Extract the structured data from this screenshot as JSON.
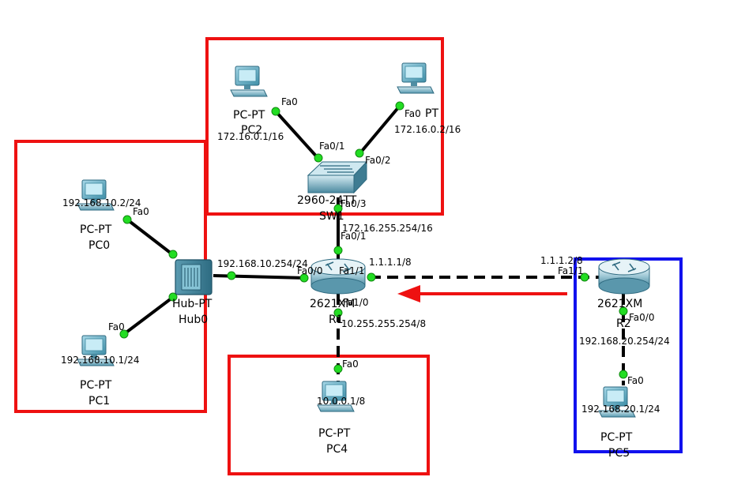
{
  "devices": {
    "pc0": {
      "type": "PC-PT",
      "name": "PC0",
      "ip": "192.168.10.2/24",
      "port": "Fa0"
    },
    "pc1": {
      "type": "PC-PT",
      "name": "PC1",
      "ip": "192.168.10.1/24",
      "port": "Fa0"
    },
    "pc2": {
      "type": "PC-PT",
      "name": "PC2",
      "ip": "172.16.0.1/16",
      "port": "Fa0"
    },
    "pc3_top": {
      "type": "PT",
      "ip": "172.16.0.2/16",
      "port": "Fa0"
    },
    "pc4": {
      "type": "PC-PT",
      "name": "PC4",
      "ip": "10.0.0.1/8",
      "port": "Fa0"
    },
    "pc5": {
      "type": "PC-PT",
      "name": "PC5",
      "ip": "192.168.20.1/24",
      "port": "Fa0"
    },
    "hub0": {
      "type": "Hub-PT",
      "name": "Hub0"
    },
    "sw1": {
      "type": "2960-24TT",
      "name": "SW1",
      "port_a": "Fa0/1",
      "port_b": "Fa0/2",
      "port_c": "Fa0/3"
    },
    "r1": {
      "type": "2621XM",
      "name": "R1",
      "port_fa00": "Fa0/0",
      "port_fa01": "Fa0/1",
      "port_fa11": "Fa1/1",
      "port_fa10": "Fa1/0",
      "ip_fa00": "192.168.10.254/24",
      "ip_fa01": "172.16.255.254/16",
      "ip_fa11": "1.1.1.1/8",
      "ip_fa10": "10.255.255.254/8"
    },
    "r2": {
      "type": "2621XM",
      "name": "R2",
      "port_fa01": "Fa1/1",
      "port_fa00": "Fa0/0",
      "ip_fa01": "1.1.1.2/8",
      "ip_fa00": "192.168.20.254/24"
    }
  },
  "colors": {
    "highlight_red": "#ee1111",
    "highlight_blue": "#1111ee",
    "arrow": "#ee1111",
    "link_point": "#22dd22"
  }
}
